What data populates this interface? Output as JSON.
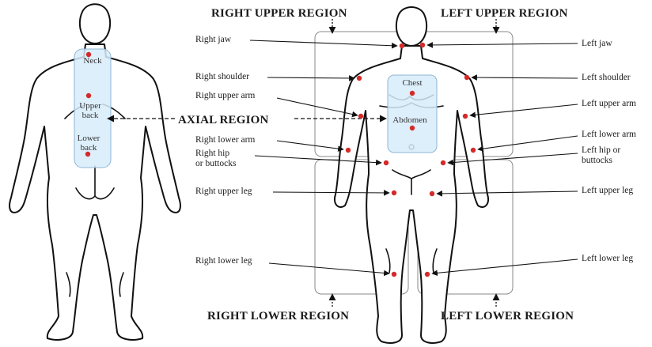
{
  "regions": {
    "right_upper": "RIGHT UPPER REGION",
    "left_upper": "LEFT UPPER REGION",
    "right_lower": "RIGHT LOWER REGION",
    "left_lower": "LEFT LOWER REGION",
    "axial": "AXIAL REGION"
  },
  "back_view": {
    "neck": "Neck",
    "upper_back_1": "Upper",
    "upper_back_2": "back",
    "lower_back_1": "Lower",
    "lower_back_2": "back"
  },
  "front_view": {
    "chest": "Chest",
    "abdomen": "Abdomen"
  },
  "labels_right": {
    "jaw": "Right jaw",
    "shoulder": "Right shoulder",
    "upper_arm": "Right upper arm",
    "lower_arm": "Right lower arm",
    "hip_1": "Right hip",
    "hip_2": "or buttocks",
    "upper_leg": "Right upper leg",
    "lower_leg": "Right lower leg"
  },
  "labels_left": {
    "jaw": "Left jaw",
    "shoulder": "Left shoulder",
    "upper_arm": "Left upper arm",
    "lower_arm": "Left lower arm",
    "hip_1": "Left hip or",
    "hip_2": "buttocks",
    "upper_leg": "Left upper leg",
    "lower_leg": "Left lower leg"
  },
  "colors": {
    "marker": "#d42a2a",
    "axial_zone": "#d7ecfa",
    "outline": "#111111"
  }
}
